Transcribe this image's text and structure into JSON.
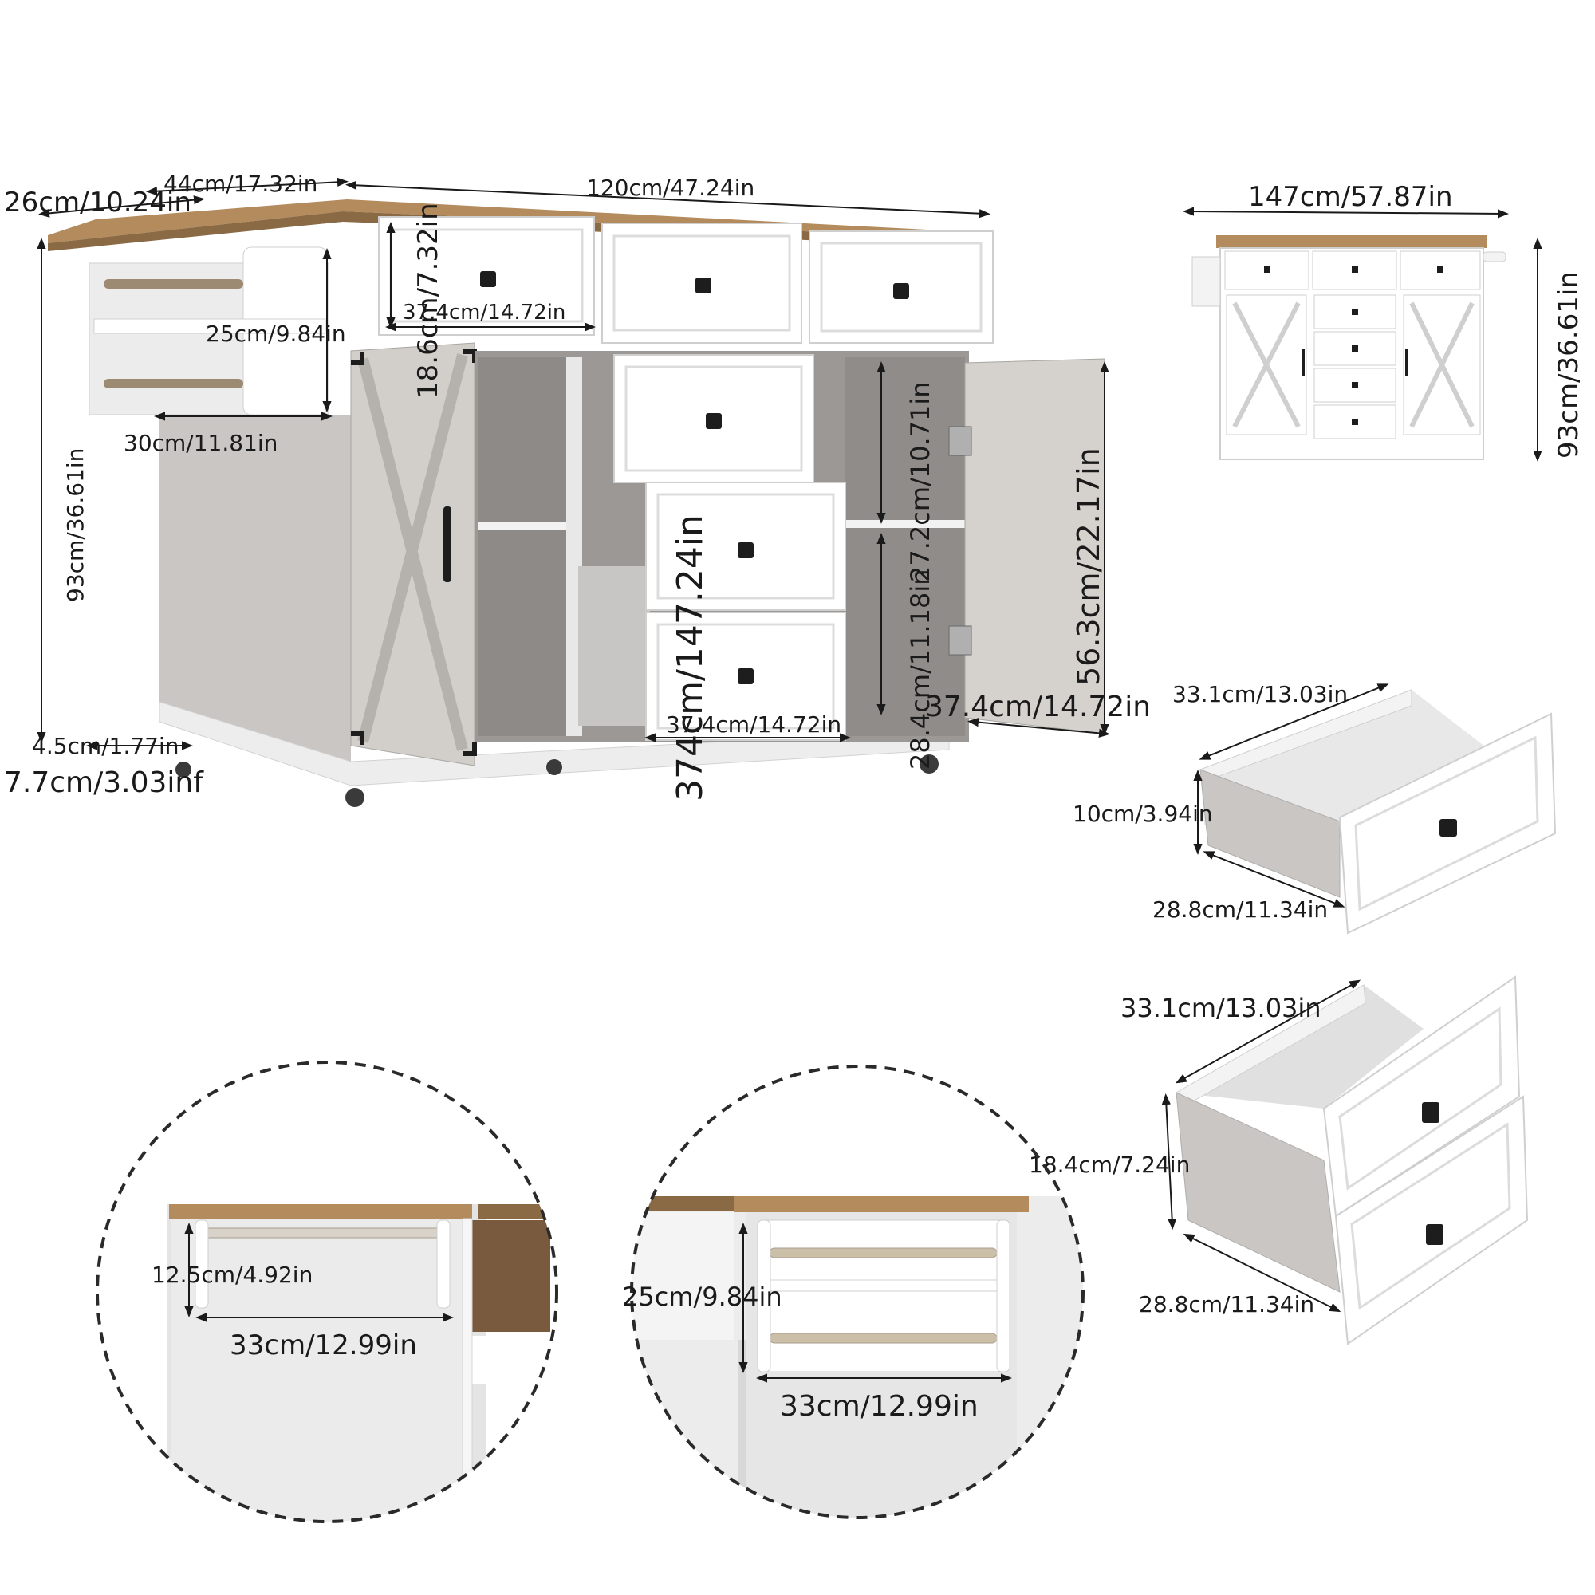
{
  "main_view": {
    "top_depth": "26cm/10.24in",
    "side_width": "44cm/17.32in",
    "top_length": "120cm/47.24in",
    "drawer_height": "18.6cm/7.32in",
    "drawer_width": "37.4cm/14.72in",
    "rack_height": "25cm/9.84in",
    "rack_width": "30cm/11.81in",
    "total_height": "93cm/36.61in",
    "caster_gap": "4.5cm/1.77in",
    "caster_height": "7.7cm/3.03inf",
    "upper_shelf": "27.2cm/10.71in",
    "lower_shelf": "28.4cm/11.18in",
    "door_height": "56.3cm/22.17in",
    "door_width": "37.4cm/14.72in",
    "total_width_rotated": "374cm/147.24in",
    "bottom_drawer_width": "37.4cm/14.72in"
  },
  "front_view": {
    "width": "147cm/57.87in",
    "height": "93cm/36.61in"
  },
  "drawer_small": {
    "width": "33.1cm/13.03in",
    "height": "10cm/3.94in",
    "depth": "28.8cm/11.34in"
  },
  "drawer_large": {
    "width": "33.1cm/13.03in",
    "height": "18.4cm/7.24in",
    "depth": "28.8cm/11.34in"
  },
  "detail_left": {
    "height": "12.5cm/4.92in",
    "width": "33cm/12.99in"
  },
  "detail_right": {
    "height": "25cm/9.84in",
    "width": "33cm/12.99in"
  },
  "colors": {
    "wood": "#b38b5d",
    "cabinet_white": "#f4f4f4",
    "panel_grey": "#c9c6c3",
    "hardware": "#1d1d1d"
  }
}
